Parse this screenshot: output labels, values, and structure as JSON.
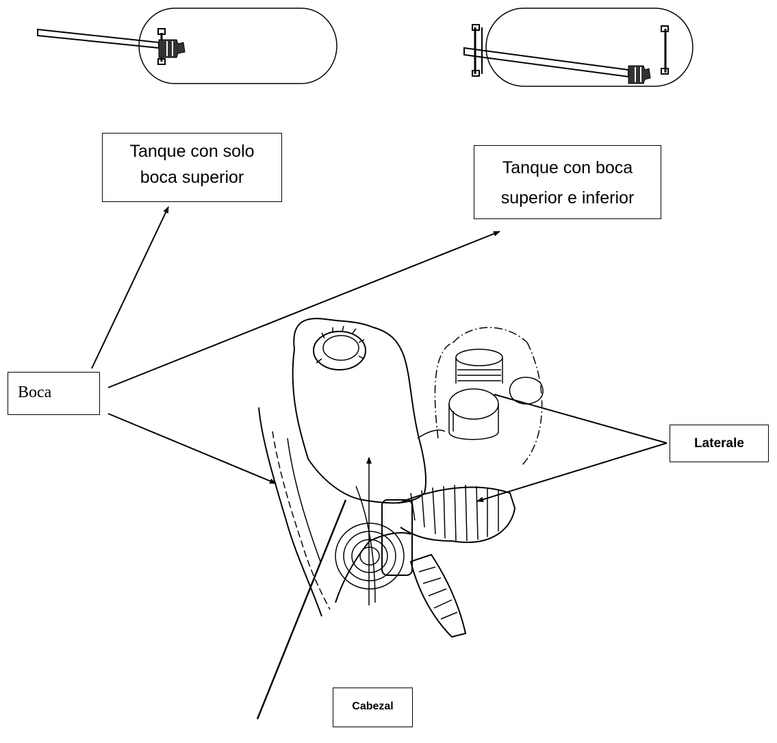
{
  "labels": {
    "tank_top_only": [
      "Tanque con solo",
      "boca superior"
    ],
    "tank_top_bottom": [
      "Tanque con boca",
      "superior e inferior"
    ],
    "boca": "Boca",
    "laterale": "Laterale",
    "cabezal": "Cabezal"
  },
  "colors": {
    "line": "#000000",
    "background": "#ffffff"
  }
}
